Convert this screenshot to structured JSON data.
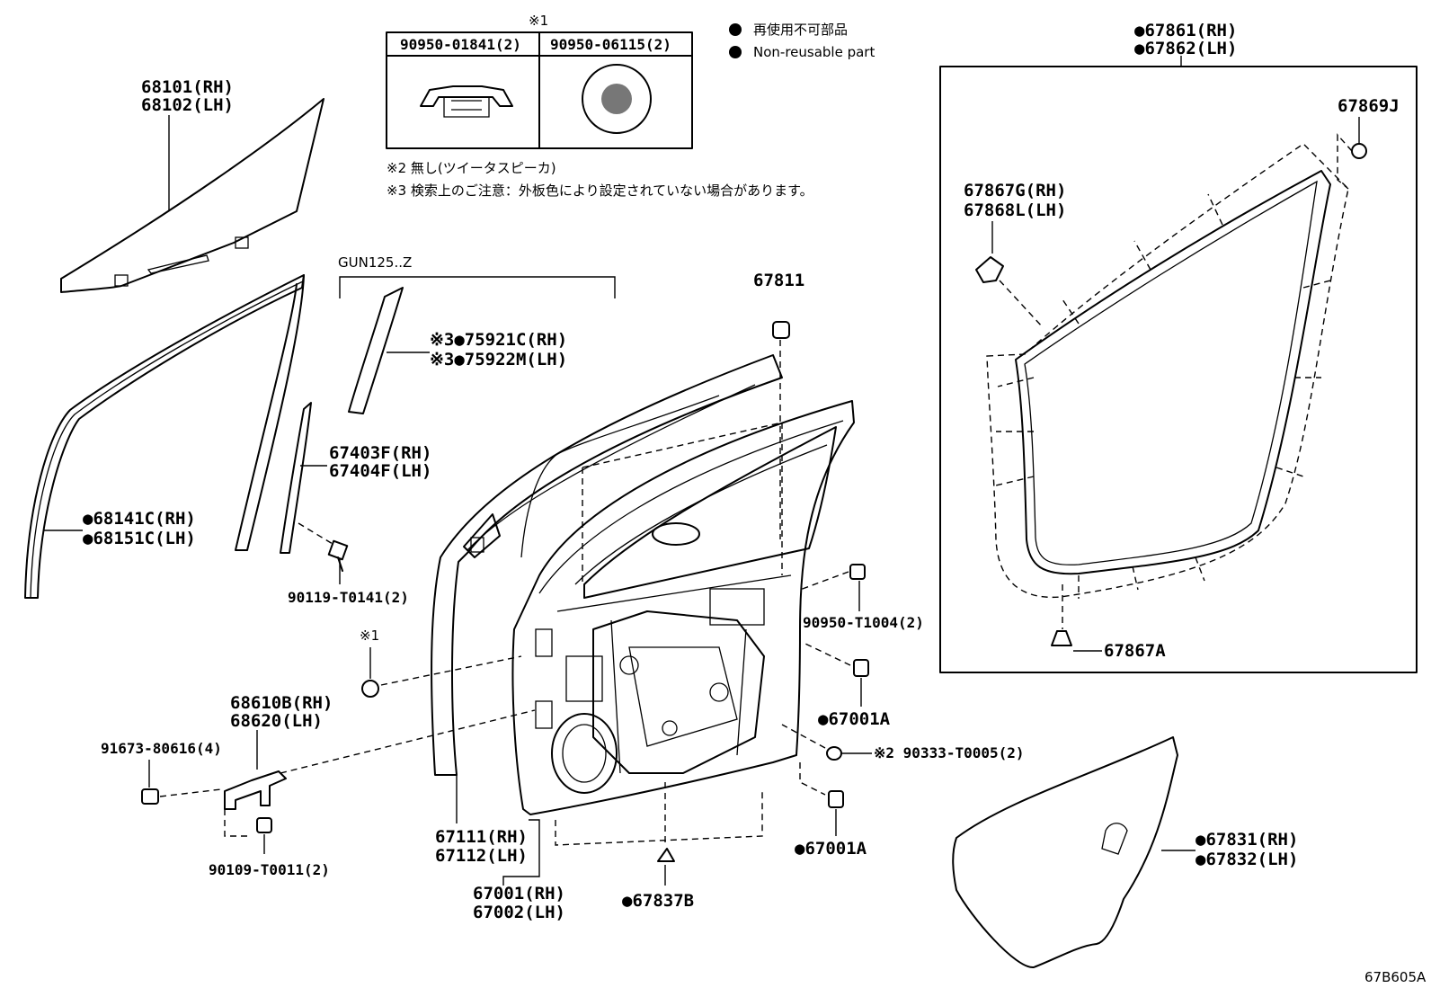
{
  "legend": {
    "jp": "再使用不可部品",
    "en": "Non-reusable part"
  },
  "note1": {
    "mark": "※1",
    "col1": "90950-01841(2)",
    "col2": "90950-06115(2)"
  },
  "notes": {
    "n2": "※2 無し(ツイータスピーカ)",
    "n3": "※3 検索上のご注意：外板色により設定されていない場合があります。"
  },
  "variant": "GUN125..Z",
  "parts": {
    "p68101": "68101(RH)",
    "p68102": "68102(LH)",
    "p68141": "●68141C(RH)",
    "p68151": "●68151C(LH)",
    "p67403": "67403F(RH)",
    "p67404": "67404F(LH)",
    "p90119": "90119-T0141(2)",
    "p75921": "※3●75921C(RH)",
    "p75922": "※3●75922M(LH)",
    "p67811": "67811",
    "p90950": "90950-T1004(2)",
    "p67001a1": "●67001A",
    "p67001a2": "●67001A",
    "p90333": "※2 90333-T0005(2)",
    "mark1": "※1",
    "p68610": "68610B(RH)",
    "p68620": "68620(LH)",
    "p91673": "91673-80616(4)",
    "p90109": "90109-T0011(2)",
    "p67111": "67111(RH)",
    "p67112": "67112(LH)",
    "p67001": "67001(RH)",
    "p67002": "67002(LH)",
    "p67837": "●67837B",
    "p67861": "●67861(RH)",
    "p67862": "●67862(LH)",
    "p67869": "67869J",
    "p67867g": "67867G(RH)",
    "p67868": "67868L(LH)",
    "p67867a": "67867A",
    "p67831": "●67831(RH)",
    "p67832": "●67832(LH)"
  },
  "figure_id": "67B605A"
}
